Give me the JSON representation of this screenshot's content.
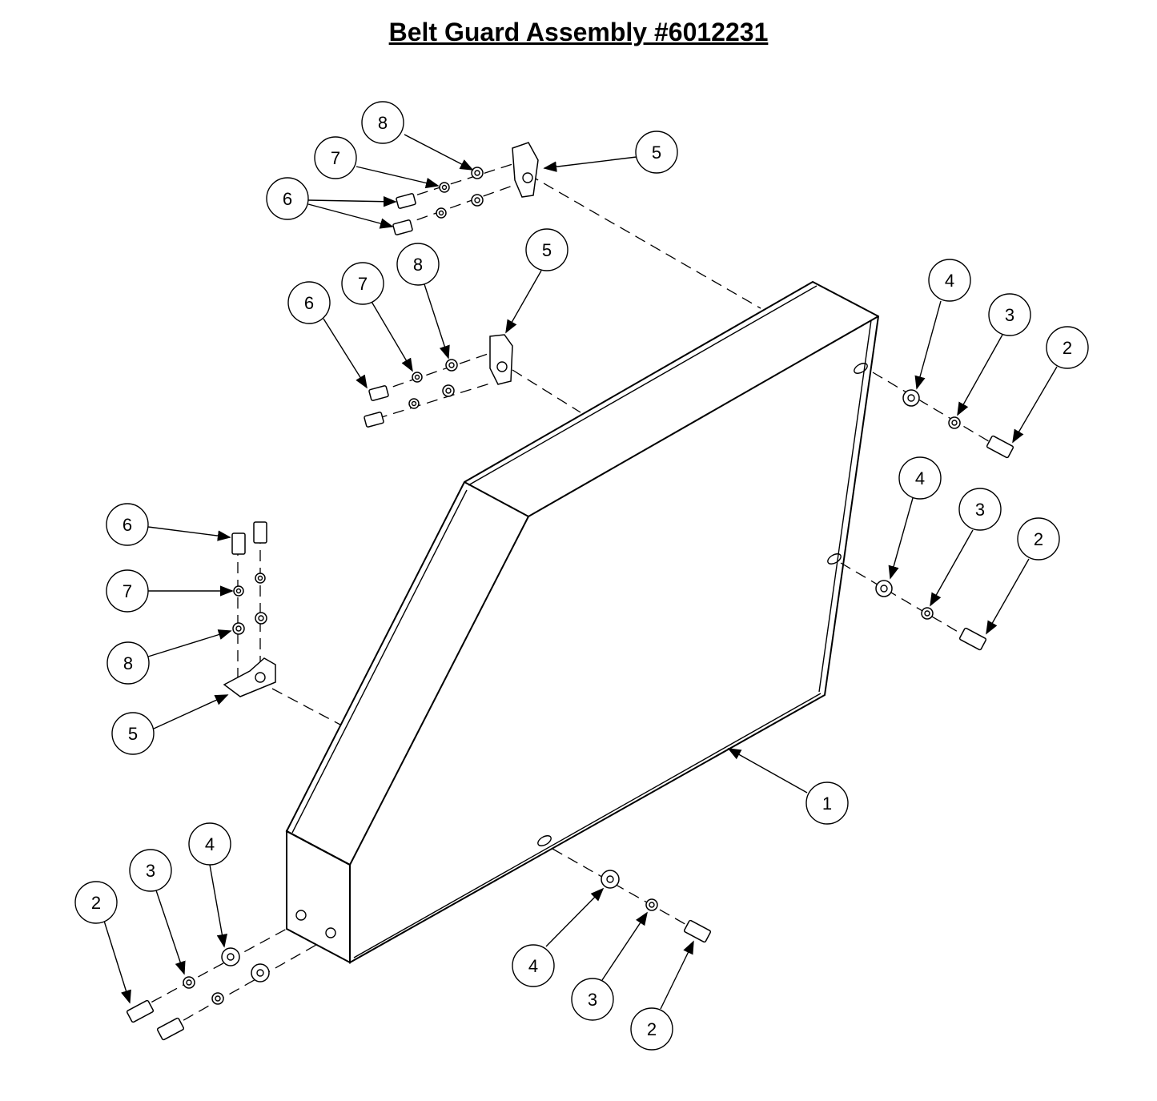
{
  "title": "Belt Guard Assembly #6012231",
  "balloons": [
    {
      "label": "1"
    },
    {
      "label": "2"
    },
    {
      "label": "3"
    },
    {
      "label": "4"
    },
    {
      "label": "5"
    },
    {
      "label": "6"
    },
    {
      "label": "7"
    },
    {
      "label": "8"
    }
  ]
}
